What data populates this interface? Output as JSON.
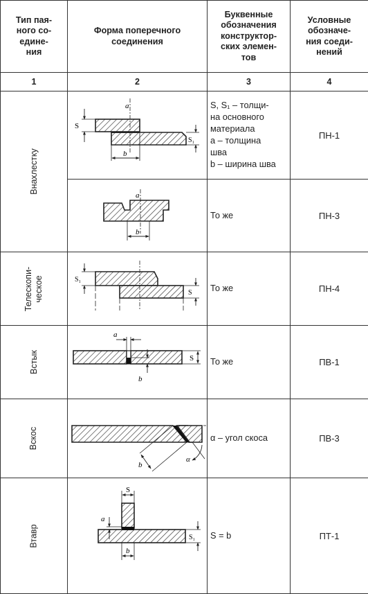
{
  "headers": {
    "col1": "Тип пая-\nного со-\nедине-\nния",
    "col2": "Форма поперечного\nсоединения",
    "col3": "Буквенные\nобозначения\nконструктор-\nских элемен-\nтов",
    "col4": "Условные\nобозначе-\nния соеди-\nнений"
  },
  "column_numbers": [
    "1",
    "2",
    "3",
    "4"
  ],
  "groups": [
    {
      "type": "Внахлестку"
    },
    {
      "type": "Телескопи-\nческое"
    },
    {
      "type": "Встык"
    },
    {
      "type": "Вскос"
    },
    {
      "type": "Втавр"
    }
  ],
  "rows": [
    {
      "desc": "S, S₁ – толщи-\nна основного\nматериала\na – толщина\nшва\nb – ширина шва",
      "code": "ПН-1"
    },
    {
      "desc": "То же",
      "code": "ПН-3"
    },
    {
      "desc": "То же",
      "code": "ПН-4"
    },
    {
      "desc": "То же",
      "code": "ПВ-1"
    },
    {
      "desc": "α – угол скоса",
      "code": "ПВ-3"
    },
    {
      "desc": "S = b",
      "code": "ПТ-1"
    }
  ],
  "dim_labels": {
    "S": "S",
    "S1": "S₁",
    "a": "a",
    "b": "b",
    "alpha": "α"
  }
}
